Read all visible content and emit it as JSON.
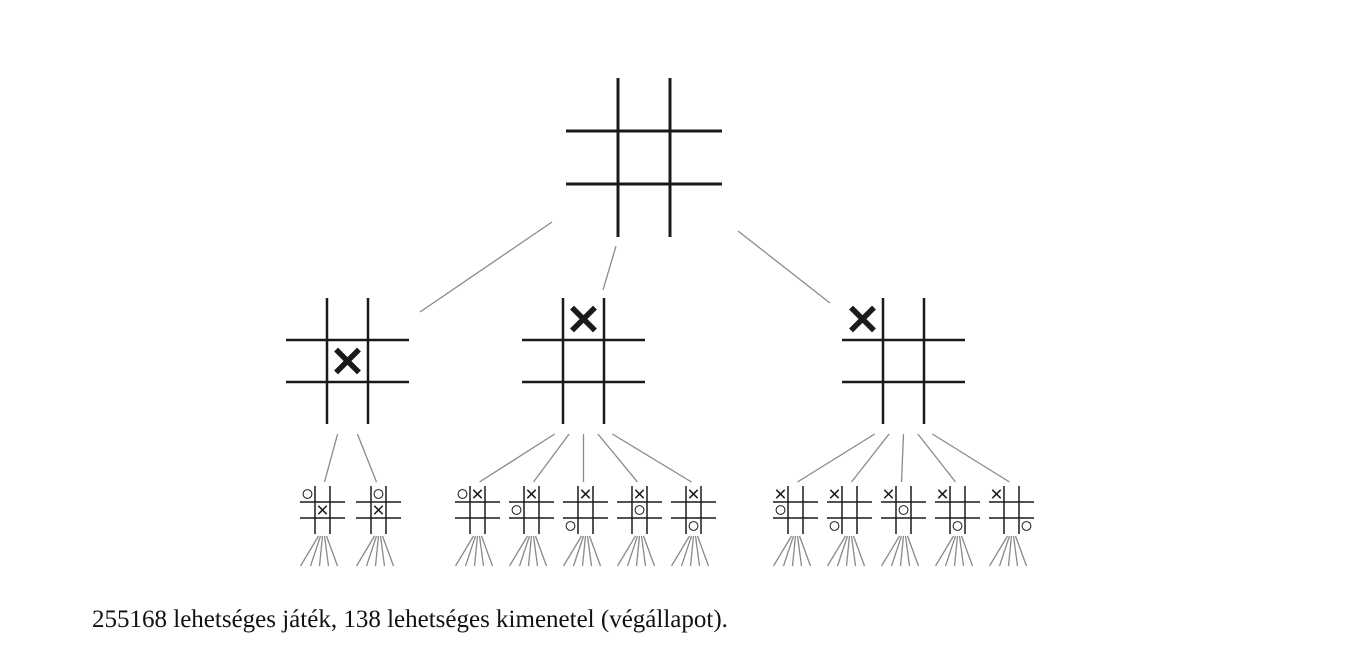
{
  "caption": "255168 lehetséges játék, 138 lehetséges kimenetel (végállapot).",
  "colors": {
    "grid": "#1a1a1a",
    "edge": "#8a8a8a",
    "background": "#ffffff"
  },
  "tree": {
    "root": {
      "board": [
        "",
        "",
        "",
        "",
        "",
        "",
        "",
        "",
        ""
      ]
    },
    "level1": [
      {
        "board": [
          "",
          "",
          "",
          "",
          "X",
          "",
          "",
          "",
          ""
        ],
        "children": [
          [
            "O",
            "",
            "",
            "",
            "X",
            "",
            "",
            "",
            ""
          ],
          [
            "",
            "O",
            "",
            "",
            "X",
            "",
            "",
            "",
            ""
          ]
        ]
      },
      {
        "board": [
          "",
          "X",
          "",
          "",
          "",
          "",
          "",
          "",
          ""
        ],
        "children": [
          [
            "O",
            "X",
            "",
            "",
            "",
            "",
            "",
            "",
            ""
          ],
          [
            "",
            "X",
            "",
            "O",
            "",
            "",
            "",
            "",
            ""
          ],
          [
            "",
            "X",
            "",
            "",
            "",
            "",
            "O",
            "",
            ""
          ],
          [
            "",
            "X",
            "",
            "",
            "O",
            "",
            "",
            "",
            ""
          ],
          [
            "",
            "X",
            "",
            "",
            "",
            "",
            "",
            "O",
            ""
          ]
        ]
      },
      {
        "board": [
          "X",
          "",
          "",
          "",
          "",
          "",
          "",
          "",
          ""
        ],
        "children": [
          [
            "X",
            "",
            "",
            "O",
            "",
            "",
            "",
            "",
            ""
          ],
          [
            "X",
            "",
            "",
            "",
            "",
            "",
            "O",
            "",
            ""
          ],
          [
            "X",
            "",
            "",
            "",
            "O",
            "",
            "",
            "",
            ""
          ],
          [
            "X",
            "",
            "",
            "",
            "",
            "",
            "",
            "O",
            ""
          ],
          [
            "X",
            "",
            "",
            "",
            "",
            "",
            "",
            "",
            "O"
          ]
        ]
      }
    ]
  }
}
